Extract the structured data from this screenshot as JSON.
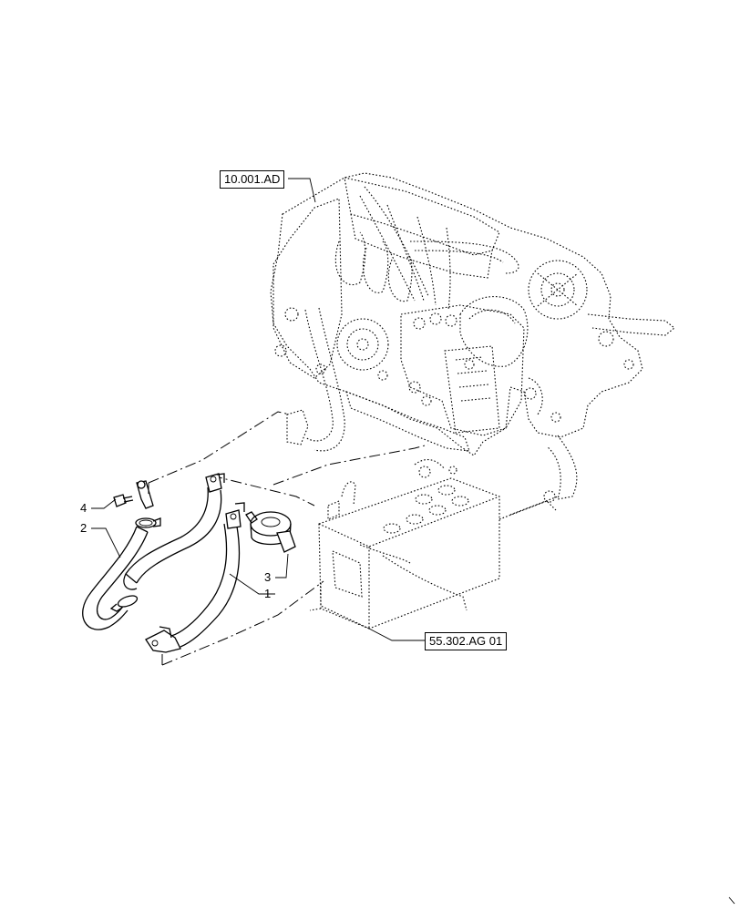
{
  "references": {
    "engine": "10.001.AD",
    "battery": "55.302.AG 01"
  },
  "callouts": [
    "1",
    "2",
    "3",
    "4"
  ]
}
